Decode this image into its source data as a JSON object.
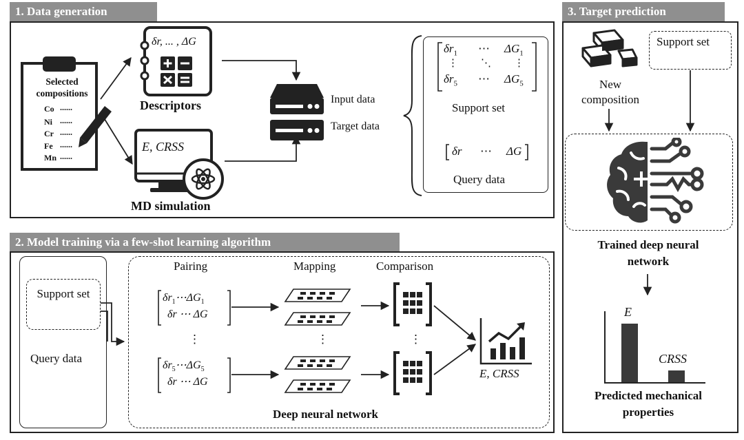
{
  "panel1": {
    "title": "1. Data generation",
    "clipboard": {
      "heading": "Selected compositions",
      "elements": [
        "Co",
        "Ni",
        "Cr",
        "Fe",
        "Mn"
      ],
      "dots": "......"
    },
    "descriptors": {
      "formula": "δr, ... , ΔG",
      "label": "Descriptors"
    },
    "md": {
      "formula": "E, CRSS",
      "label": "MD simulation"
    },
    "server": {
      "input_label": "Input data",
      "target_label": "Target data"
    },
    "support_matrix": {
      "row1": [
        "δr",
        "1",
        "⋯",
        "ΔG",
        "1"
      ],
      "row2": [
        "⋮",
        "⋱",
        "⋮"
      ],
      "row3": [
        "δr",
        "5",
        "⋯",
        "ΔG",
        "5"
      ],
      "label": "Support set"
    },
    "query_vector": {
      "entries": [
        "δr",
        "⋯",
        "ΔG"
      ],
      "label": "Query data"
    }
  },
  "panel2": {
    "title": "2. Model training via a few-shot learning algorithm",
    "left": {
      "support": "Support set",
      "query": "Query data"
    },
    "headers": {
      "pairing": "Pairing",
      "mapping": "Mapping",
      "comparison": "Comparison"
    },
    "pair1": {
      "top": [
        "δr",
        "1",
        "⋯ΔG",
        "1"
      ],
      "bottom": "δr ⋯ ΔG"
    },
    "pair2": {
      "top": [
        "δr",
        "5",
        "⋯ΔG",
        "5"
      ],
      "bottom": "δr ⋯ ΔG"
    },
    "vdots": "⋮",
    "output": "E, CRSS",
    "footer": "Deep neural network"
  },
  "panel3": {
    "title": "3. Target prediction",
    "new_composition": "New composition",
    "support_set": "Support set",
    "trained": "Trained deep neural network",
    "bars": {
      "E": "E",
      "CRSS": "CRSS"
    },
    "predicted": "Predicted mechanical properties"
  },
  "colors": {
    "tab": "#8f8f8f",
    "ink": "#222222",
    "bar": "#3a3a3a"
  }
}
